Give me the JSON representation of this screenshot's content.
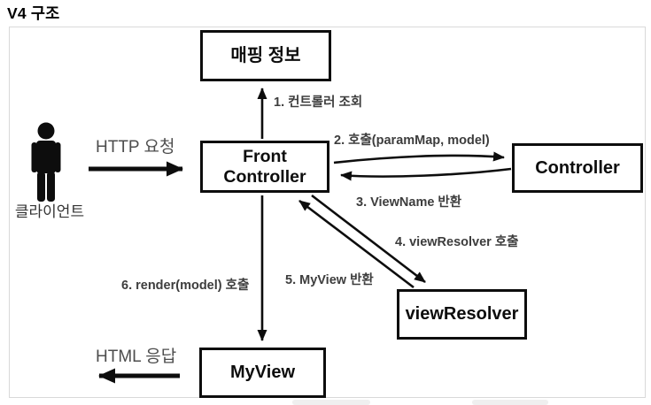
{
  "title": "V4 구조",
  "diagram": {
    "client": {
      "label": "클라이언트"
    },
    "boxes": {
      "mapping": "매핑 정보",
      "front_controller": "Front Controller",
      "controller": "Controller",
      "view_resolver": "viewResolver",
      "my_view": "MyView"
    },
    "flows": {
      "http_request": "HTTP 요청",
      "html_response": "HTML 응답",
      "step1": "1. 컨트롤러 조회",
      "step2": "2. 호출(paramMap, model)",
      "step3": "3. ViewName 반환",
      "step4": "4. viewResolver 호출",
      "step5": "5. MyView 반환",
      "step6": "6. render(model) 호출"
    },
    "colors": {
      "box_border": "#0d0d0d",
      "step_text": "#3d3d3d",
      "flow_text": "#4d4d4d",
      "frame_border": "#d9d9d9"
    }
  }
}
